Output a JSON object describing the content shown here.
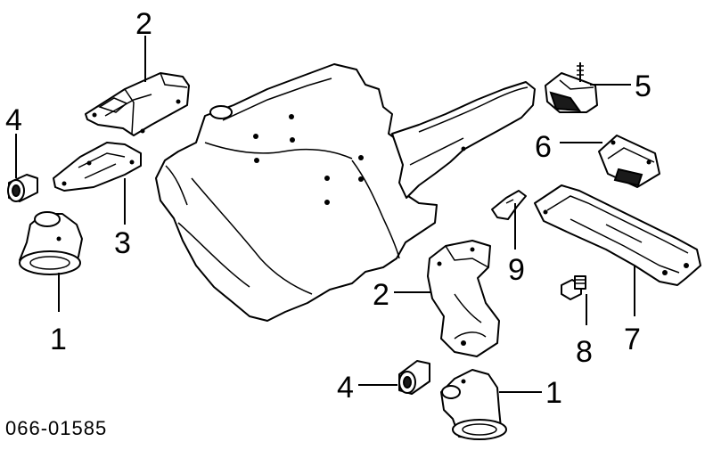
{
  "diagram": {
    "reference_code": "066-01585",
    "callouts": {
      "top_left_bracket": "2",
      "left_bushing": "4",
      "left_plate": "3",
      "left_mount": "1",
      "right_bracket": "2",
      "bottom_bushing": "4",
      "bottom_mount": "1",
      "top_right_mount": "5",
      "right_insulator": "6",
      "clip": "9",
      "bolt": "8",
      "crossmember": "7"
    }
  }
}
